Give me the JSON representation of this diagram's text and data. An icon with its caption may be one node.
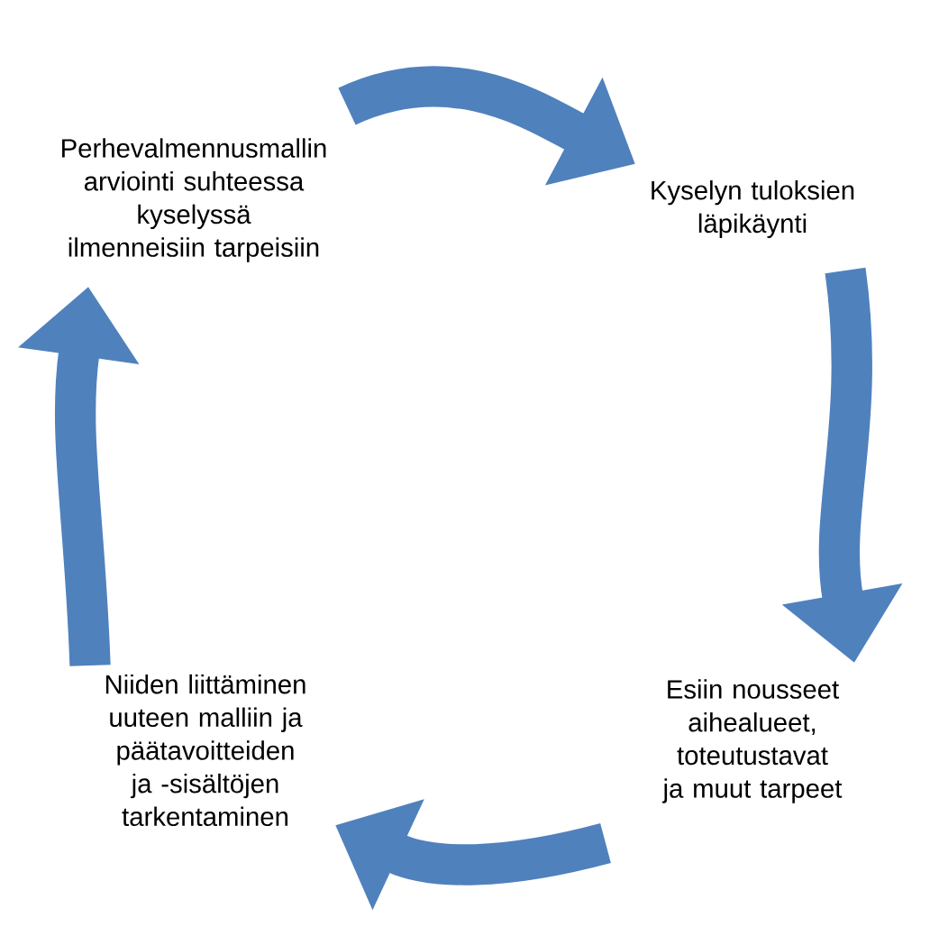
{
  "diagram": {
    "nodes": [
      {
        "text": [
          "Perhevalmennusmallin arviointi suhteessa kyselyssä ilmenneisiin tarpeisiin"
        ]
      },
      {
        "text": [
          "Kyselyn tuloksien läpikäynti"
        ]
      },
      {
        "text": [
          "Esiin nousseet aihealueet, toteutustavat ja muut tarpeet"
        ]
      },
      {
        "text": [
          "Niiden liittäminen uuteen malliin ja päätavoitteiden ja -sisältöjen tarkentaminen"
        ]
      }
    ],
    "edges": [
      {
        "from": 0,
        "to": 1,
        "arrow": "to"
      },
      {
        "from": 1,
        "to": 2,
        "arrow": "to"
      },
      {
        "from": 2,
        "to": 3,
        "arrow": "to"
      },
      {
        "from": 3,
        "to": 0,
        "arrow": "to"
      }
    ]
  }
}
